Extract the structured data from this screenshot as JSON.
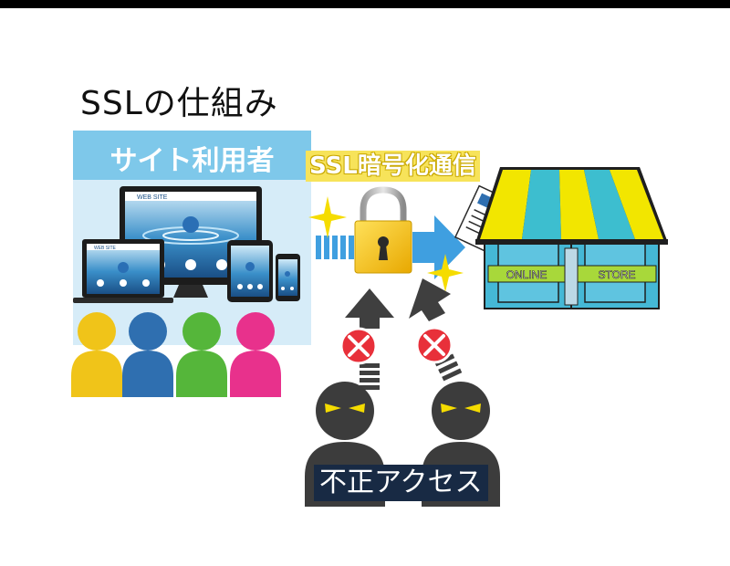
{
  "title": "SSLの仕組み",
  "user_label": "サイト利用者",
  "encryption_label": "SSL暗号化通信",
  "attack_label": "不正アクセス",
  "screen_texts": [
    "WEB SITE",
    "WEB SITE"
  ],
  "store_sign_left": "ONLINE",
  "store_sign_right": "STORE",
  "icons": [
    "devices-illustration",
    "user-silhouettes",
    "padlock-icon",
    "sparkle-icon",
    "arrow-icon",
    "document-icon",
    "store-icon",
    "blocked-x-icon",
    "attacker-icon"
  ],
  "colors": {
    "user_header": "#7ec8ea",
    "user_panel": "#d6ecf8",
    "lock": "#f3c200",
    "arrow": "#3f9fe0",
    "awning_yellow": "#f2e600",
    "awning_teal": "#3dbecf",
    "block_red": "#e8303a",
    "attacker": "#3c3c3c",
    "attack_label_bg": "#182a44",
    "people": [
      "#f0c419",
      "#2f6fb0",
      "#55b63a",
      "#e8318c"
    ]
  }
}
